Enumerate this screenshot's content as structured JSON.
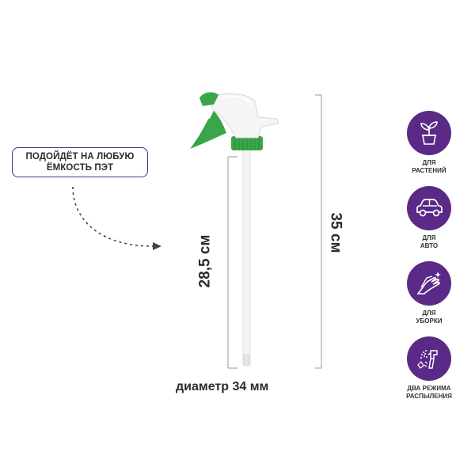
{
  "callout": {
    "line1": "ПОДОЙДЁТ НА ЛЮБУЮ",
    "line2": "ЁМКОСТЬ ПЭТ"
  },
  "dimensions": {
    "tube_length": "28,5 см",
    "total_height": "35 см",
    "diameter": "диаметр 34 мм"
  },
  "features": [
    {
      "icon": "plant-icon",
      "line1": "ДЛЯ",
      "line2": "РАСТЕНИЙ"
    },
    {
      "icon": "car-icon",
      "line1": "ДЛЯ",
      "line2": "АВТО"
    },
    {
      "icon": "cleaning-hand-icon",
      "line1": "ДЛЯ",
      "line2": "УБОРКИ"
    },
    {
      "icon": "spray-modes-icon",
      "line1": "ДВА РЕЖИМА",
      "line2": "РАСПЫЛЕНИЯ"
    }
  ],
  "colors": {
    "accent_purple": "#5a2a86",
    "trigger_green": "#3aa64a",
    "sprayer_white": "#f4f4f4"
  }
}
